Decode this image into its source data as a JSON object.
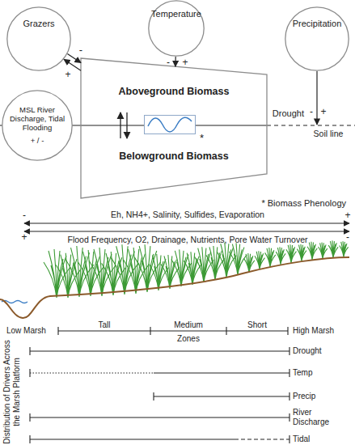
{
  "diagram": {
    "nodes": [
      {
        "text": [
          "Grazers"
        ]
      },
      {
        "text": [
          "Temperature"
        ]
      },
      {
        "text": [
          "Precipitation"
        ]
      },
      {
        "text": [
          "MSL River Discharge, Tidal Flooding",
          "+ / -"
        ]
      },
      {
        "text": [
          "Aboveground Biomass",
          "Belowground Biomass"
        ]
      },
      {
        "text": [
          "*"
        ],
        "in": 4
      }
    ],
    "edges": [
      {
        "from": 0,
        "to": 4,
        "arrow": "to"
      },
      {
        "from": 4,
        "to": 0,
        "arrow": "to"
      },
      {
        "from": 1,
        "to": 4,
        "arrow": "to"
      }
    ],
    "labels": [
      "-",
      "+",
      "-",
      "+",
      "Drought",
      "-",
      "+",
      "Soil line",
      "* Biomass Phenology",
      "-",
      "Eh, NH4+, Salinity, Sulfides, Evaporation",
      "+",
      "+",
      "Flood Frequency, O2, Drainage, Nutrients, Pore Water Turnover",
      "-",
      "Low Marsh",
      "Tall",
      "Medium",
      "Short",
      "High Marsh",
      "Zones",
      "Distribution of Drivers Across the Marsh Platform",
      "Drought",
      "Temp",
      "Precip",
      "River Discharge",
      "Tidal"
    ]
  }
}
